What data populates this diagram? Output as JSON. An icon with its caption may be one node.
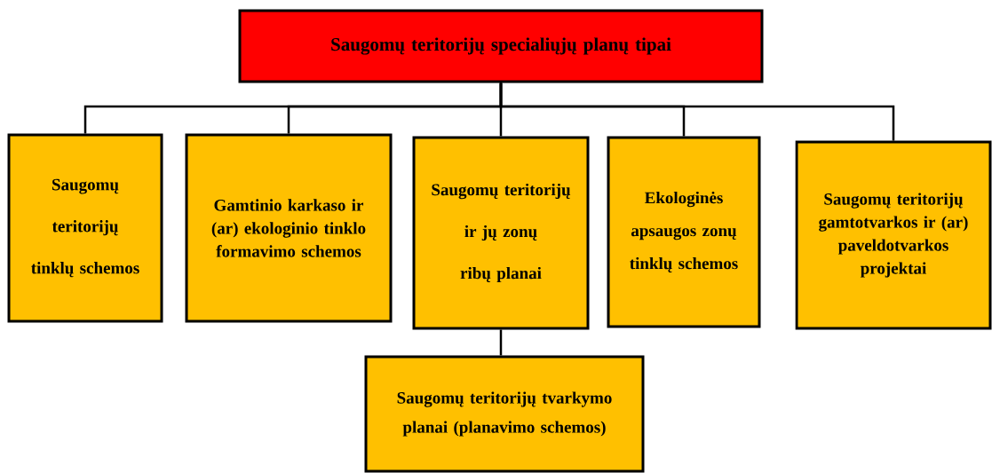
{
  "diagram": {
    "nodes": [
      {
        "text": [
          "Saugomų teritorijų specialiųjų planų tipai"
        ]
      },
      {
        "text": [
          "Saugomų teritorijų tinklų schemos"
        ]
      },
      {
        "text": [
          "Gamtinio karkaso ir (ar) ekologinio tinklo formavimo schemos"
        ]
      },
      {
        "text": [
          "Saugomų teritorijų ir jų zonų ribų planai"
        ]
      },
      {
        "text": [
          "Ekologinės apsaugos zonų tinklų schemos"
        ]
      },
      {
        "text": [
          "Saugomų teritorijų gamtotvarkos ir (ar) paveldotvarkos projektai"
        ]
      },
      {
        "text": [
          "Saugomų teritorijų tvarkymo planai (planavimo schemos)"
        ]
      }
    ],
    "edges": [
      {
        "from": 0,
        "to": 1,
        "arrow": "none"
      },
      {
        "from": 0,
        "to": 2,
        "arrow": "none"
      },
      {
        "from": 0,
        "to": 3,
        "arrow": "none"
      },
      {
        "from": 0,
        "to": 4,
        "arrow": "none"
      },
      {
        "from": 0,
        "to": 5,
        "arrow": "none"
      },
      {
        "from": 3,
        "to": 6,
        "arrow": "none"
      }
    ]
  }
}
